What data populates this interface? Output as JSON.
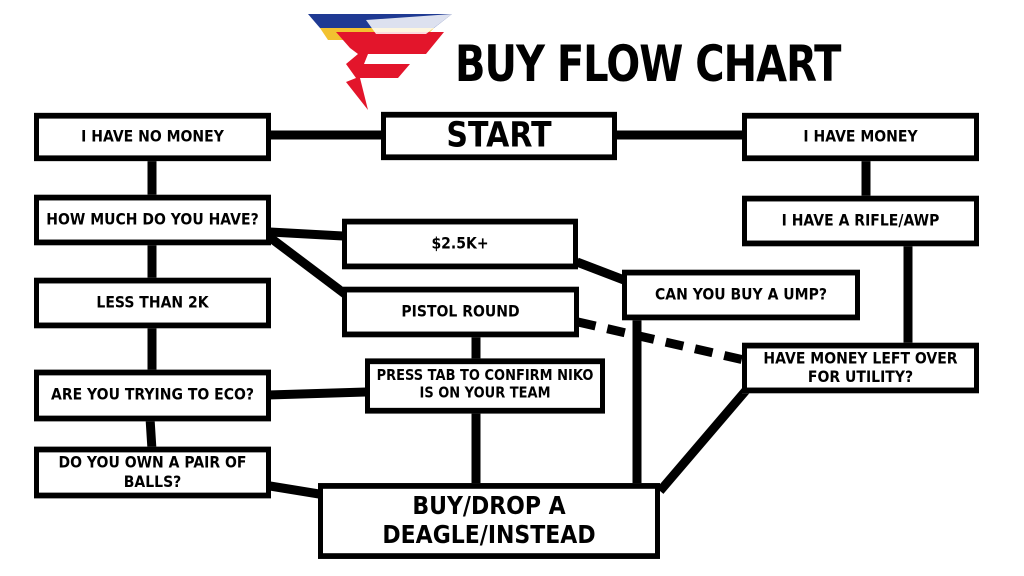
{
  "header": {
    "title": "BUY FLOW CHART",
    "logo_name": "faze-logo",
    "logo_colors": {
      "red": "#e3152b",
      "blue": "#1f3a93",
      "gold": "#f2c230"
    }
  },
  "nodes": {
    "start": "START",
    "no_money": "I HAVE NO MONEY",
    "have_money": "I HAVE MONEY",
    "how_much": "HOW MUCH DO YOU HAVE?",
    "rifle_awp": "I HAVE A RIFLE/AWP",
    "k25_plus": "$2.5K+",
    "less_2k": "LESS THAN 2K",
    "pistol_round": "PISTOL ROUND",
    "buy_ump": "CAN YOU BUY A UMP?",
    "money_left": "HAVE MONEY LEFT OVER FOR UTILITY?",
    "eco": "ARE YOU TRYING TO ECO?",
    "press_tab": "PRESS TAB TO CONFIRM NIKO IS ON YOUR TEAM",
    "balls": "DO YOU OWN A PAIR OF BALLS?",
    "deagle": "BUY/DROP A DEAGLE/INSTEAD"
  },
  "colors": {
    "line": "#000000",
    "background": "#ffffff"
  }
}
